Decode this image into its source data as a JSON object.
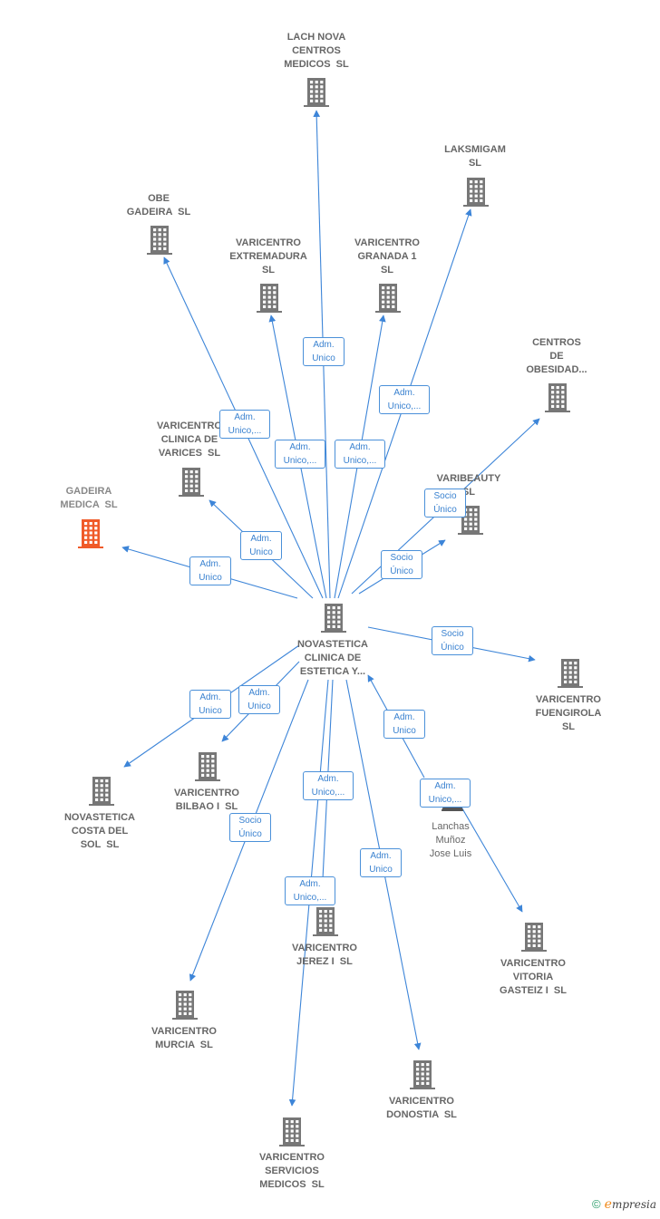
{
  "colors": {
    "edge": "#3d85d8",
    "node": "#777777",
    "highlight": "#f05a28",
    "label": "#666666"
  },
  "nodes": [
    {
      "id": "n_center",
      "kind": "company",
      "label": [
        "NOVASTETICA",
        "CLINICA DE",
        "ESTETICA Y..."
      ]
    },
    {
      "id": "n_lach",
      "kind": "company",
      "label": [
        "LACH NOVA",
        "CENTROS",
        "MEDICOS  SL"
      ]
    },
    {
      "id": "n_laks",
      "kind": "company",
      "label": [
        "LAKSMIGAM",
        "SL"
      ]
    },
    {
      "id": "n_obe",
      "kind": "company",
      "label": [
        "OBE",
        "GADEIRA  SL"
      ]
    },
    {
      "id": "n_extr",
      "kind": "company",
      "label": [
        "VARICENTRO",
        "EXTREMADURA",
        "SL"
      ]
    },
    {
      "id": "n_gran",
      "kind": "company",
      "label": [
        "VARICENTRO",
        "GRANADA 1",
        "SL"
      ]
    },
    {
      "id": "n_obes",
      "kind": "company",
      "label": [
        "CENTROS",
        "DE",
        "OBESIDAD..."
      ]
    },
    {
      "id": "n_varices",
      "kind": "company",
      "label": [
        "VARICENTRO",
        "CLINICA DE",
        "VARICES  SL"
      ]
    },
    {
      "id": "n_gadeira",
      "kind": "company",
      "highlight": true,
      "label": [
        "GADEIRA",
        "MEDICA  SL"
      ]
    },
    {
      "id": "n_varib",
      "kind": "company",
      "label": [
        "VARIBEAUTY",
        "SL"
      ]
    },
    {
      "id": "n_fueng",
      "kind": "company",
      "label": [
        "VARICENTRO",
        "FUENGIROLA",
        "SL"
      ]
    },
    {
      "id": "n_novcosta",
      "kind": "company",
      "label": [
        "NOVASTETICA",
        "COSTA DEL",
        "SOL  SL"
      ]
    },
    {
      "id": "n_bilbao",
      "kind": "company",
      "label": [
        "VARICENTRO",
        "BILBAO I  SL"
      ]
    },
    {
      "id": "n_lanchas",
      "kind": "person",
      "label": [
        "Lanchas",
        "Muñoz",
        "Jose Luis"
      ]
    },
    {
      "id": "n_vitoria",
      "kind": "company",
      "label": [
        "VARICENTRO",
        "VITORIA",
        "GASTEIZ I  SL"
      ]
    },
    {
      "id": "n_jerez",
      "kind": "company",
      "label": [
        "VARICENTRO",
        "JEREZ I  SL"
      ]
    },
    {
      "id": "n_murcia",
      "kind": "company",
      "label": [
        "VARICENTRO",
        "MURCIA  SL"
      ]
    },
    {
      "id": "n_donostia",
      "kind": "company",
      "label": [
        "VARICENTRO",
        "DONOSTIA  SL"
      ]
    },
    {
      "id": "n_servicios",
      "kind": "company",
      "label": [
        "VARICENTRO",
        "SERVICIOS",
        "MEDICOS  SL"
      ]
    }
  ],
  "edges": [
    {
      "from": "n_center",
      "to": "n_lach",
      "label": [
        "Adm.",
        "Unico"
      ]
    },
    {
      "from": "n_center",
      "to": "n_laks",
      "label": [
        "Adm.",
        "Unico,..."
      ]
    },
    {
      "from": "n_center",
      "to": "n_obe",
      "label": [
        "Adm.",
        "Unico,..."
      ]
    },
    {
      "from": "n_center",
      "to": "n_extr",
      "label": [
        "Adm.",
        "Unico,..."
      ]
    },
    {
      "from": "n_center",
      "to": "n_gran",
      "label": [
        "Adm.",
        "Unico,..."
      ]
    },
    {
      "from": "n_center",
      "to": "n_obes",
      "label": [
        "Socio",
        "Único"
      ]
    },
    {
      "from": "n_center",
      "to": "n_varib",
      "label": [
        "Socio",
        "Único"
      ]
    },
    {
      "from": "n_center",
      "to": "n_varices",
      "label": [
        "Adm.",
        "Unico"
      ]
    },
    {
      "from": "n_center",
      "to": "n_gadeira",
      "label": [
        "Adm.",
        "Unico"
      ]
    },
    {
      "from": "n_center",
      "to": "n_fueng",
      "label": [
        "Socio",
        "Único"
      ]
    },
    {
      "from": "n_center",
      "to": "n_novcosta",
      "label": [
        "Adm.",
        "Unico"
      ]
    },
    {
      "from": "n_center",
      "to": "n_bilbao",
      "label": [
        "Adm.",
        "Unico"
      ]
    },
    {
      "from": "n_lanchas",
      "to": "n_center",
      "label": [
        "Adm.",
        "Unico"
      ]
    },
    {
      "from": "n_lanchas",
      "to": "n_vitoria",
      "label": [
        "Adm.",
        "Unico,..."
      ]
    },
    {
      "from": "n_center",
      "to": "n_jerez",
      "label": [
        "Adm.",
        "Unico,..."
      ]
    },
    {
      "from": "n_center",
      "to": "n_murcia",
      "label": [
        "Socio",
        "Único"
      ]
    },
    {
      "from": "n_center",
      "to": "n_servicios",
      "label": [
        "Adm.",
        "Unico,..."
      ]
    },
    {
      "from": "n_center",
      "to": "n_donostia",
      "label": [
        "Adm.",
        "Unico"
      ]
    }
  ],
  "footer": {
    "copyright": "©",
    "brand_initial": "e",
    "brand_rest": "mpresia"
  }
}
